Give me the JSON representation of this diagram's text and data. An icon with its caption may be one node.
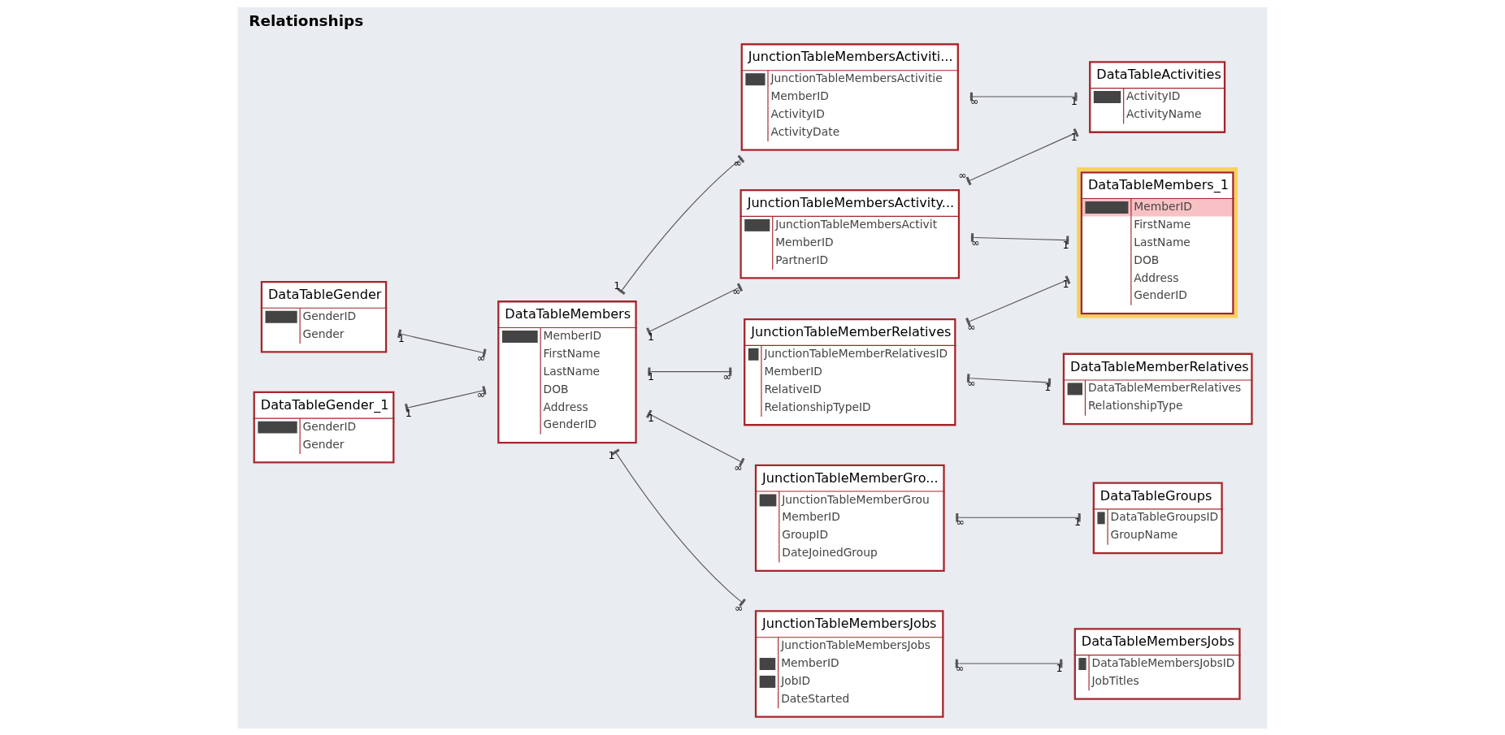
{
  "diagram": {
    "title": "Relationships",
    "nodes": [
      {
        "text": [
          "DataTableGender",
          "GenderID",
          "Gender"
        ]
      },
      {
        "text": [
          "DataTableGender_1",
          "GenderID",
          "Gender"
        ]
      },
      {
        "text": [
          "DataTableMembers",
          "MemberID",
          "FirstName",
          "LastName",
          "DOB",
          "Address",
          "GenderID"
        ]
      },
      {
        "text": [
          "JunctionTableMembersActiviti...",
          "JunctionTableMembersActivitie",
          "MemberID",
          "ActivityID",
          "ActivityDate"
        ]
      },
      {
        "text": [
          "DataTableActivities",
          "ActivityID",
          "ActivityName"
        ]
      },
      {
        "text": [
          "JunctionTableMembersActivity...",
          "JunctionTableMembersActivit",
          "MemberID",
          "PartnerID"
        ]
      },
      {
        "text": [
          "JunctionTableMemberGro...",
          "JunctionTableMemberGrou",
          "MemberID",
          "GroupID",
          "DateJoinedGroup"
        ]
      },
      {
        "text": [
          "DataTableGroups",
          "DataTableGroupsID",
          "GroupName"
        ]
      },
      {
        "text": [
          "JunctionTableMembersJobs",
          "JunctionTableMembersJobs",
          "MemberID",
          "JobID",
          "DateStarted"
        ]
      },
      {
        "text": [
          "DataTableMembersJobs",
          "DataTableMembersJobsID",
          "JobTitles"
        ]
      },
      {
        "text": [
          "DataTableMembers_1",
          "MemberID",
          "FirstName",
          "LastName",
          "DOB",
          "Address",
          "GenderID"
        ]
      },
      {
        "text": [
          "JunctionTableMemberRelatives",
          "JunctionTableMemberRelativesID",
          "MemberID",
          "RelativeID",
          "RelationshipTypeID"
        ]
      },
      {
        "text": [
          "DataTableMemberRelatives",
          "DataTableMemberRelatives",
          "RelationshipType"
        ]
      }
    ],
    "edges": [
      {
        "from": 0,
        "to": 2,
        "arrow": "other"
      },
      {
        "from": 1,
        "to": 2,
        "arrow": "other"
      },
      {
        "from": 2,
        "to": 3,
        "arrow": "other"
      },
      {
        "from": 2,
        "to": 5,
        "arrow": "other"
      },
      {
        "from": 2,
        "to": 6,
        "arrow": "other"
      },
      {
        "from": 2,
        "to": 8,
        "arrow": "other"
      },
      {
        "from": 2,
        "to": 11,
        "arrow": "other"
      },
      {
        "from": 4,
        "to": 3,
        "arrow": "other"
      },
      {
        "from": 4,
        "to": 5,
        "arrow": "other"
      },
      {
        "from": 7,
        "to": 6,
        "arrow": "other"
      },
      {
        "from": 9,
        "to": 8,
        "arrow": "other"
      },
      {
        "from": 10,
        "to": 5,
        "arrow": "other"
      },
      {
        "from": 10,
        "to": 11,
        "arrow": "other"
      },
      {
        "from": 12,
        "to": 11,
        "arrow": "other"
      }
    ],
    "labels": [
      "1",
      "∞",
      "1",
      "∞",
      "1",
      "∞",
      "1",
      "∞",
      "1",
      "∞",
      "1",
      "∞",
      "1",
      "∞",
      "1",
      "∞",
      "1",
      "∞",
      "1",
      "∞",
      "1",
      "∞",
      "1",
      "∞",
      "1",
      "∞",
      "1",
      "∞"
    ]
  }
}
